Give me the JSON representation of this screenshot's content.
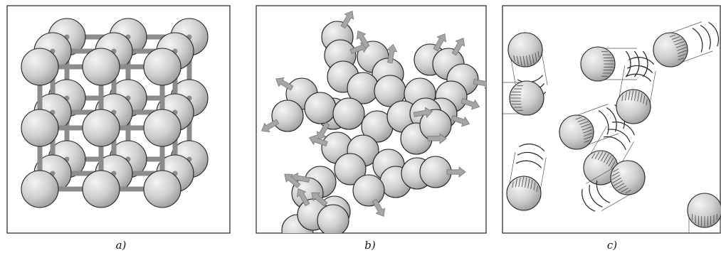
{
  "panels": [
    {
      "id": "solid",
      "label": "a)"
    },
    {
      "id": "liquid",
      "label": "b)"
    },
    {
      "id": "gas",
      "label": "c)"
    }
  ],
  "colors": {
    "sphere_light": "#f2f2f2",
    "sphere_dark": "#9a9a9a",
    "bond": "#8c8c8c",
    "arrow": "#a6a6a6",
    "stroke": "#222222"
  }
}
